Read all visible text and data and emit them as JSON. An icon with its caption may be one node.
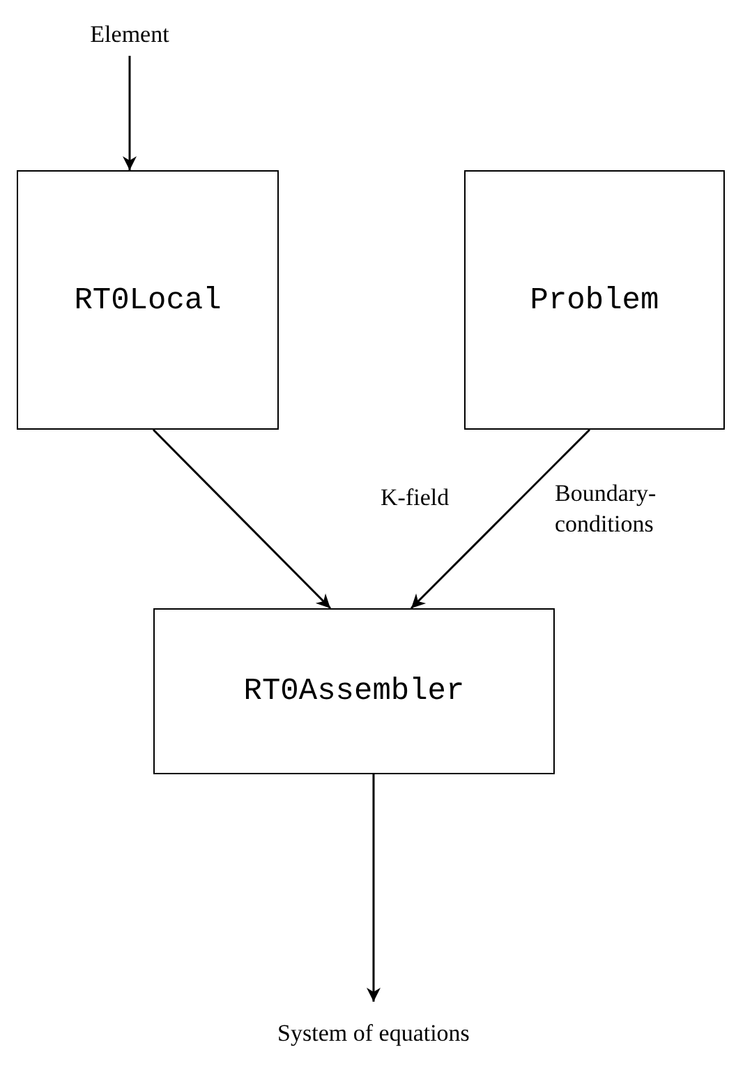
{
  "diagram": {
    "nodes": [
      {
        "text": [
          "Element"
        ]
      },
      {
        "text": [
          "RT0Local"
        ]
      },
      {
        "text": [
          "Problem"
        ]
      },
      {
        "text": [
          "RT0Assembler"
        ]
      },
      {
        "text": [
          "System of equations"
        ]
      }
    ],
    "edges": [
      {
        "from": 0,
        "to": 1,
        "arrow": "to"
      },
      {
        "from": 1,
        "to": 3,
        "arrow": "to"
      },
      {
        "from": 2,
        "to": 3,
        "arrow": "to",
        "label": "K-field"
      },
      {
        "from": 3,
        "to": 4,
        "arrow": "to"
      }
    ],
    "labels": [
      "Boundary- conditions"
    ]
  }
}
